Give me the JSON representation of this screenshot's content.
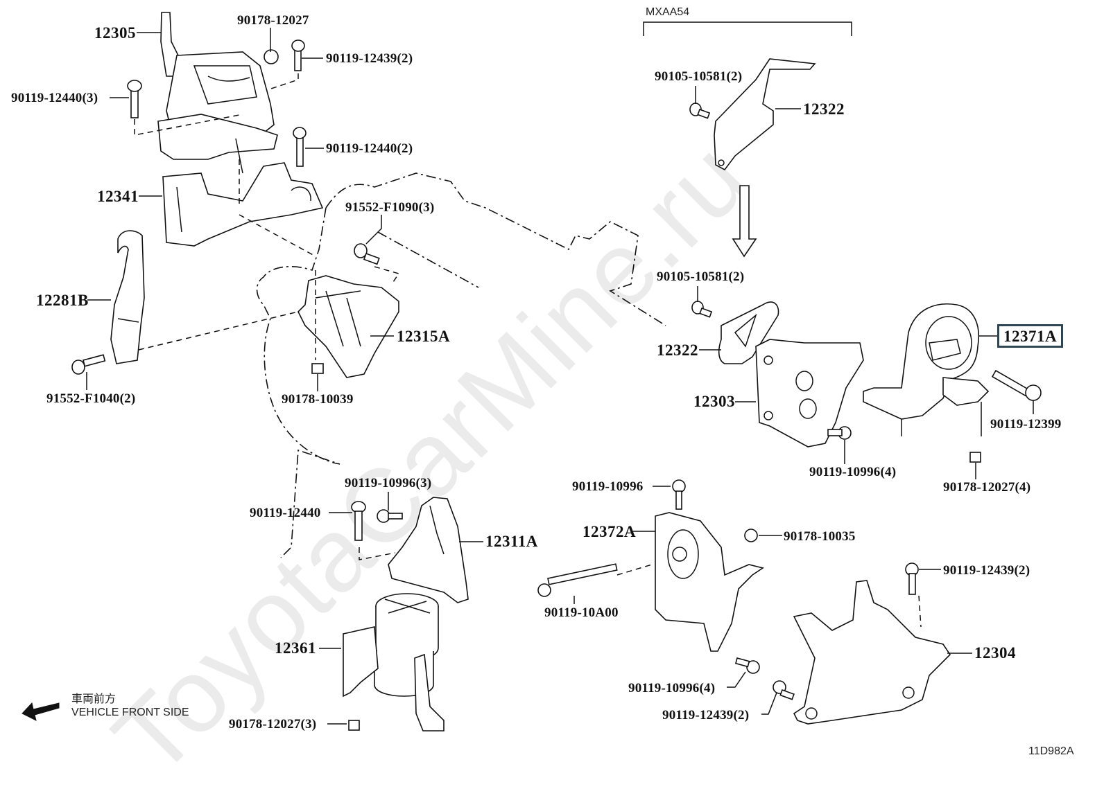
{
  "diagram": {
    "title_code": "11D982A",
    "watermark": "ToyotaCarMine.ru",
    "variant_group": {
      "label": "MXAA54"
    },
    "direction": {
      "jp": "車両前方",
      "en": "VEHICLE FRONT SIDE",
      "icon": "arrow-left-icon"
    },
    "highlighted_part": "12371A",
    "highlight_color": "#2e4553",
    "parts": [
      {
        "id": "12305",
        "label": "12305"
      },
      {
        "id": "90178-12027-a",
        "label": "90178-12027"
      },
      {
        "id": "90119-12439-a",
        "label": "90119-12439(2)"
      },
      {
        "id": "90119-12440-3",
        "label": "90119-12440(3)"
      },
      {
        "id": "90119-12440-2",
        "label": "90119-12440(2)"
      },
      {
        "id": "12341",
        "label": "12341"
      },
      {
        "id": "91552-F1090",
        "label": "91552-F1090(3)"
      },
      {
        "id": "12281B",
        "label": "12281B"
      },
      {
        "id": "12315A",
        "label": "12315A"
      },
      {
        "id": "91552-F1040",
        "label": "91552-F1040(2)"
      },
      {
        "id": "90178-10039",
        "label": "90178-10039"
      },
      {
        "id": "90105-10581-a",
        "label": "90105-10581(2)"
      },
      {
        "id": "12322-a",
        "label": "12322"
      },
      {
        "id": "90105-10581-b",
        "label": "90105-10581(2)"
      },
      {
        "id": "12322-b",
        "label": "12322"
      },
      {
        "id": "12371A",
        "label": "12371A"
      },
      {
        "id": "12303",
        "label": "12303"
      },
      {
        "id": "90119-12399",
        "label": "90119-12399"
      },
      {
        "id": "90119-10996-4a",
        "label": "90119-10996(4)"
      },
      {
        "id": "90178-12027-4",
        "label": "90178-12027(4)"
      },
      {
        "id": "90119-10996-3",
        "label": "90119-10996(3)"
      },
      {
        "id": "90119-12440-b",
        "label": "90119-12440"
      },
      {
        "id": "12311A",
        "label": "12311A"
      },
      {
        "id": "12361",
        "label": "12361"
      },
      {
        "id": "90178-12027-3",
        "label": "90178-12027(3)"
      },
      {
        "id": "90119-10996-single",
        "label": "90119-10996"
      },
      {
        "id": "12372A",
        "label": "12372A"
      },
      {
        "id": "90178-10035",
        "label": "90178-10035"
      },
      {
        "id": "90119-10A00",
        "label": "90119-10A00"
      },
      {
        "id": "90119-12439-b",
        "label": "90119-12439(2)"
      },
      {
        "id": "12304",
        "label": "12304"
      },
      {
        "id": "90119-10996-4b",
        "label": "90119-10996(4)"
      },
      {
        "id": "90119-12439-c",
        "label": "90119-12439(2)"
      }
    ]
  }
}
